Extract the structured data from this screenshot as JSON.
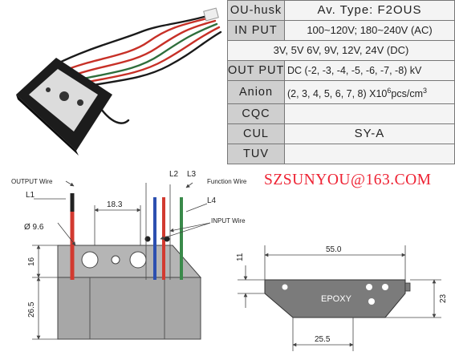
{
  "spec_table": {
    "rows": [
      {
        "label": "OU-husk",
        "value": "Av. Type: F2OUS"
      },
      {
        "label": "IN PUT",
        "value": "100~120V; 180~240V (AC)"
      },
      {
        "value": "3V, 5V 6V, 9V, 12V, 24V (DC)"
      },
      {
        "label": "OUT PUT",
        "value": "DC (-2, -3, -4, -5, -6, -7, -8) kV"
      },
      {
        "label": "Anion",
        "value": "(2, 3, 4, 5, 6, 7, 8) X10",
        "sup": "6",
        "value_tail": "pcs/cm",
        "sup2": "3"
      },
      {
        "label": "CQC",
        "value": ""
      },
      {
        "label": "CUL",
        "value": "SY-A"
      },
      {
        "label": "TUV",
        "value": ""
      }
    ]
  },
  "contact_email": "SZSUNYOU@163.COM",
  "diagram": {
    "labels": {
      "output_wire": "OUTPUT Wire",
      "function_wire": "Function Wire",
      "input_wire": "INPUT Wire",
      "l1": "L1",
      "l2": "L2",
      "l3": "L3",
      "l4": "L4",
      "dim_18_3": "18.3",
      "dim_9_6": "Ø 9.6",
      "dim_16": "16",
      "dim_26_5": "26.5",
      "dim_55": "55.0",
      "dim_11": "11",
      "dim_23": "23",
      "dim_25_5": "25.5",
      "epoxy": "EPOXY"
    },
    "colors": {
      "red_wire": "#d23a30",
      "blue_wire": "#2c4fb0",
      "green_wire": "#3a8a4a",
      "body_gray": "#a8a8a8",
      "dim_line": "#444444"
    }
  }
}
